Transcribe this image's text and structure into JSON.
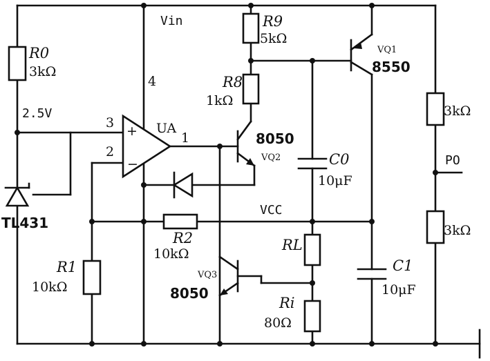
{
  "labels": {
    "vin": "Vin",
    "r0": "R0",
    "r0_val": "3kΩ",
    "r9": "R9",
    "r9_val": "5kΩ",
    "vq1": "VQ1",
    "vq1_part": "8550",
    "r8": "R8",
    "r8_val": "1kΩ",
    "pin4": "4",
    "pin1": "1",
    "pin2": "2",
    "pin3": "3",
    "v25": "2.5V",
    "ua": "UA",
    "plus": "+",
    "minus": "−",
    "vq2_part": "8050",
    "vq2": "VQ2",
    "c0": "C0",
    "c0_val": "10μF",
    "r_top": "3kΩ",
    "po": "PO",
    "tl431": "TL431",
    "vcc": "VCC",
    "r_bot": "3kΩ",
    "r2": "R2",
    "r2_val": "10kΩ",
    "rl": "RL",
    "c1": "C1",
    "c1_val": "10μF",
    "r1": "R1",
    "r1_val": "10kΩ",
    "vq3": "VQ3",
    "vq3_part": "8050",
    "ri": "Ri",
    "ri_val": "80Ω"
  }
}
